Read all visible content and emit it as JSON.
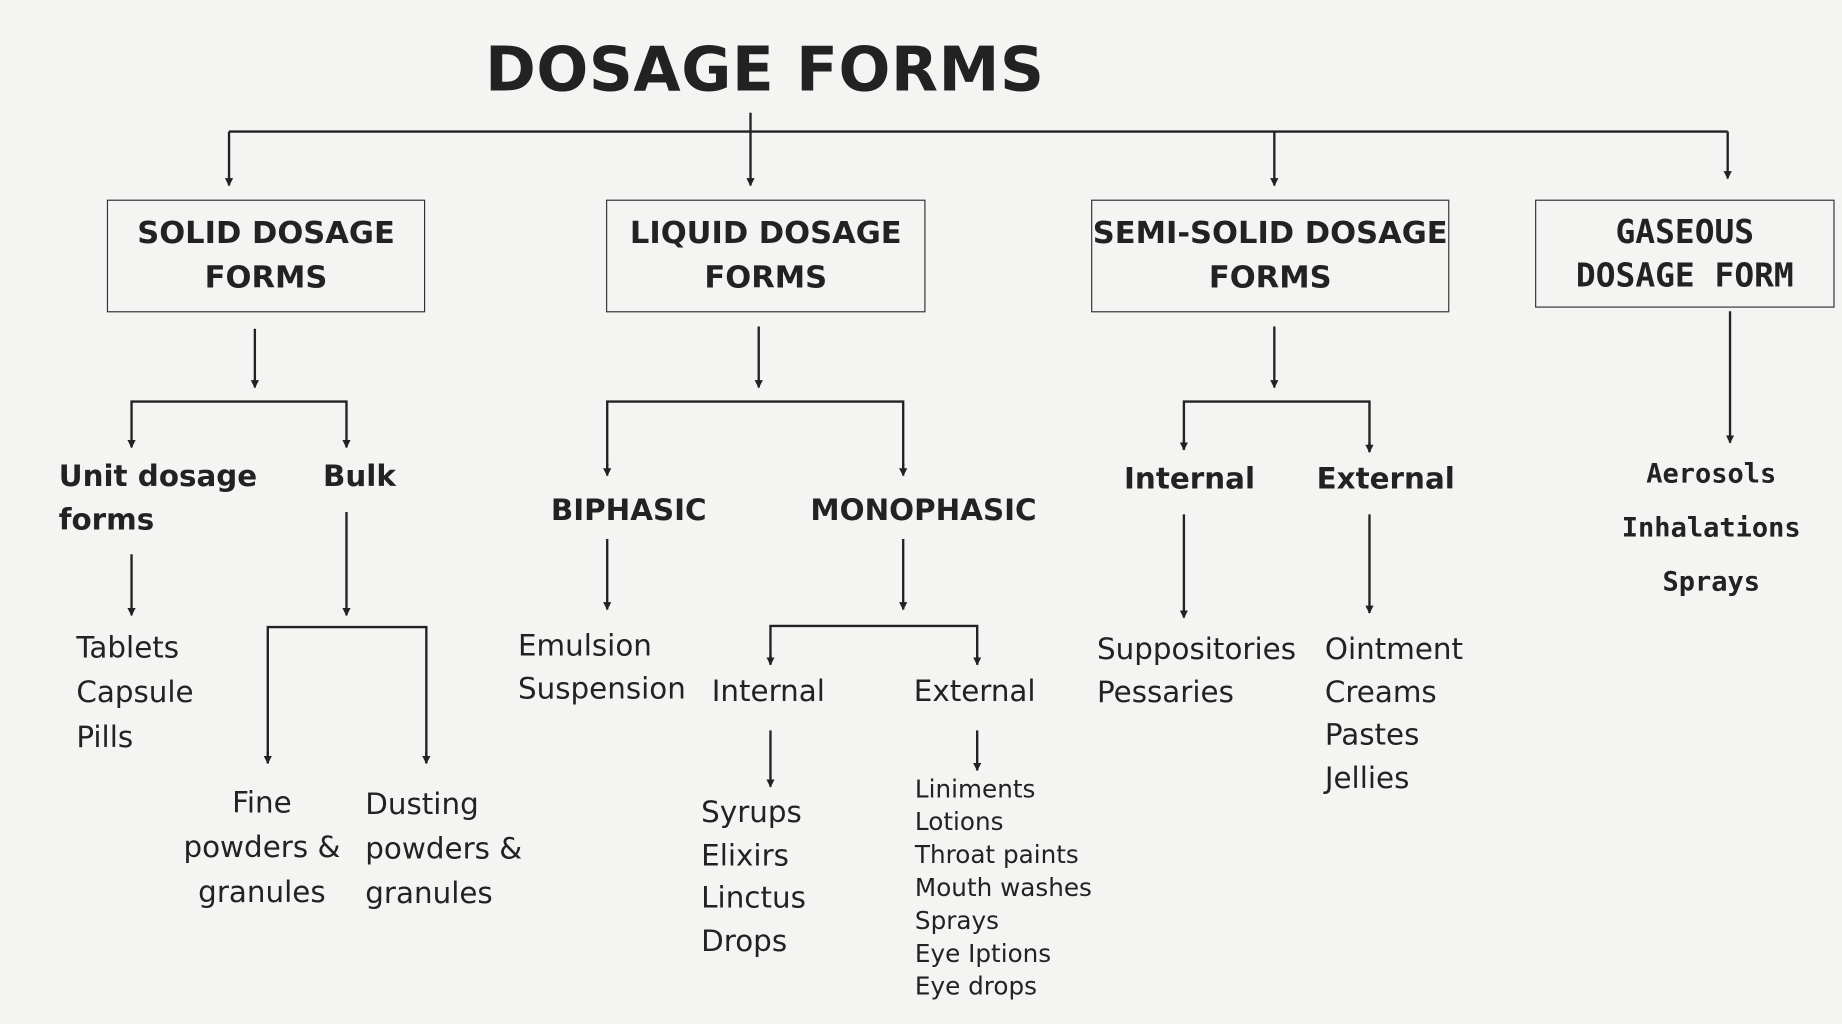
{
  "title": "DOSAGE FORMS",
  "categories": {
    "solid": {
      "line1": "SOLID DOSAGE",
      "line2": "FORMS"
    },
    "liquid": {
      "line1": "LIQUID DOSAGE",
      "line2": "FORMS"
    },
    "semisolid": {
      "line1": "SEMI-SOLID DOSAGE",
      "line2": "FORMS"
    },
    "gaseous": {
      "line1": "GASEOUS",
      "line2": "DOSAGE FORM"
    }
  },
  "solid": {
    "unit_dosage": {
      "line1": "Unit dosage",
      "line2": "forms"
    },
    "bulk": "Bulk",
    "unit_items": [
      "Tablets",
      "Capsule",
      "Pills"
    ],
    "fine_powders": [
      "Fine",
      "powders &",
      "granules"
    ],
    "dusting_powders": [
      "Dusting",
      "powders &",
      "granules"
    ]
  },
  "liquid": {
    "biphasic": "BIPHASIC",
    "monophasic": "MONOPHASIC",
    "biphasic_items": [
      "Emulsion",
      "Suspension"
    ],
    "internal": "Internal",
    "external": "External",
    "internal_items": [
      "Syrups",
      "Elixirs",
      "Linctus",
      "Drops"
    ],
    "external_items": [
      "Liniments",
      "Lotions",
      "Throat paints",
      "Mouth washes",
      "Sprays",
      "Eye Iptions",
      "Eye drops"
    ]
  },
  "semisolid": {
    "internal": "Internal",
    "external": "External",
    "internal_items": [
      "Suppositories",
      "Pessaries"
    ],
    "external_items": [
      "Ointment",
      "Creams",
      "Pastes",
      "Jellies"
    ]
  },
  "gaseous": {
    "items": [
      "Aerosols",
      "Inhalations",
      "Sprays"
    ]
  }
}
